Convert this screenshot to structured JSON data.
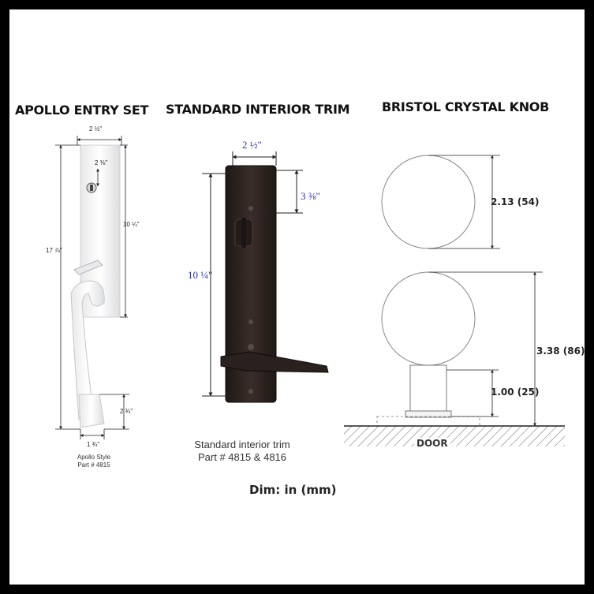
{
  "headings": {
    "apollo": "APOLLO ENTRY SET",
    "standard": "STANDARD INTERIOR TRIM",
    "bristol": "BRISTOL CRYSTAL KNOB"
  },
  "apollo": {
    "dim_width_top": "2 ½\"",
    "dim_cylinder": "2 ⅜\"",
    "dim_plate_height": "10 ¼\"",
    "dim_overall": "17 ⅞\"",
    "dim_bottom_plate": "2 ¾\"",
    "dim_width_bottom": "1 ¾\"",
    "caption_line1": "Apollo Style",
    "caption_line2": "Part # 4815"
  },
  "standard": {
    "dim_width": "2 ½\"",
    "dim_top_offset": "3 ⅜\"",
    "dim_height": "10 ¼\"",
    "caption_line1": "Standard interior trim",
    "caption_line2": "Part # 4815 & 4816"
  },
  "bristol": {
    "dim_diameter": "2.13 (54)",
    "dim_projection": "3.38 (86)",
    "dim_rose": "1.00 (25)",
    "door_label": "DOOR"
  },
  "footer": {
    "units": "Dim: in (mm)"
  },
  "colors": {
    "frame": "#000000",
    "bronze": "#2b2220",
    "blue_dims": "#2a34b8"
  }
}
